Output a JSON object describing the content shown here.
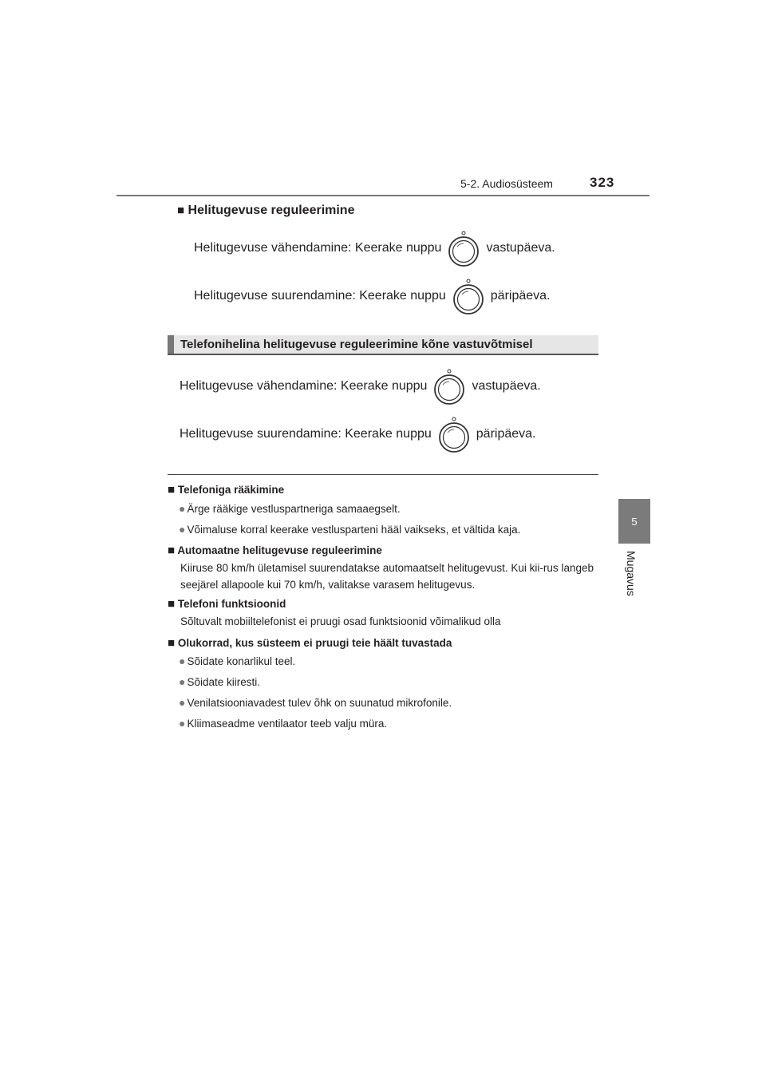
{
  "header": {
    "section": "5-2. Audiosüsteem",
    "page_number": "323"
  },
  "side": {
    "chapter_number": "5",
    "chapter_title": "Mugavus"
  },
  "section1": {
    "title": "Helitugevuse reguleerimine",
    "line1_before": "Helitugevuse vähendamine: Keerake nuppu",
    "line1_after": "vastupäeva.",
    "line2_before": "Helitugevuse suurendamine: Keerake nuppu",
    "line2_after": "päripäeva."
  },
  "section2": {
    "title": "Telefonihelina helitugevuse reguleerimine kõne vastuvõtmisel",
    "line1_before": "Helitugevuse vähendamine: Keerake nuppu",
    "line1_after": "vastupäeva.",
    "line2_before": "Helitugevuse suurendamine: Keerake nuppu",
    "line2_after": "päripäeva."
  },
  "notes": {
    "n1_title": "Telefoniga rääkimine",
    "n1_b1": "Ärge rääkige vestluspartneriga samaaegselt.",
    "n1_b2": "Võimaluse korral keerake vestlusparteni hääl vaikseks, et vältida kaja.",
    "n2_title": "Automaatne helitugevuse reguleerimine",
    "n2_text": "Kiiruse 80 km/h ületamisel suurendatakse automaatselt helitugevust. Kui kii-rus langeb seejärel allapoole kui 70 km/h, valitakse varasem helitugevus.",
    "n3_title": "Telefoni funktsioonid",
    "n3_text": "Sõltuvalt mobiiltelefonist ei pruugi osad funktsioonid võimalikud olla",
    "n4_title": "Olukorrad, kus süsteem ei pruugi teie häält tuvastada",
    "n4_b1": "Sõidate konarlikul teel.",
    "n4_b2": "Sõidate kiiresti.",
    "n4_b3": "Venilatsiooniavadest tulev õhk on suunatud mikrofonile.",
    "n4_b4": "Kliimaseadme ventilaator teeb valju müra."
  },
  "symbols": {
    "heading_square": "■",
    "bullet": "●"
  },
  "icons": {
    "knob": "volume-knob-icon"
  },
  "colors": {
    "tab_gray": "#7b7b7b",
    "bar_bg": "#e6e6e6",
    "rule": "#7a7a7a"
  }
}
